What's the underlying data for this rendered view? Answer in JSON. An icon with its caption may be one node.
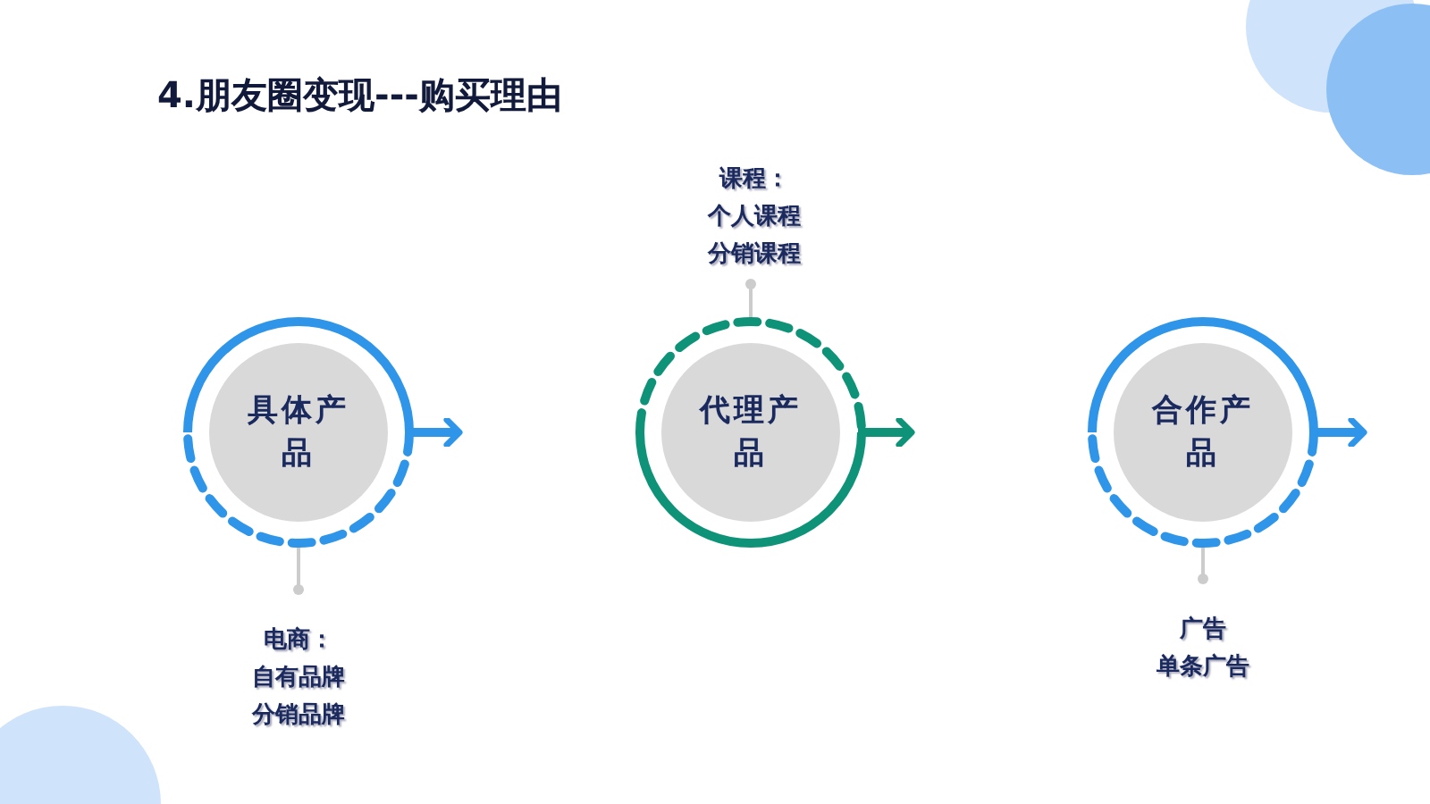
{
  "diagram": {
    "title": "4.朋友圈变现---购买理由",
    "nodes": [
      {
        "text": [
          "具体产品"
        ]
      },
      {
        "text": [
          "代理产品"
        ]
      },
      {
        "text": [
          "合作产品"
        ]
      },
      {
        "text": [
          "课程：",
          "个人课程",
          "分销课程"
        ]
      },
      {
        "text": [
          "电商：",
          "自有品牌",
          "分销品牌"
        ]
      },
      {
        "text": [
          "广告",
          "单条广告"
        ]
      }
    ],
    "edges": [
      {
        "from": 0,
        "to": null,
        "arrow": "to",
        "style": "thick",
        "color": "#2e95e8"
      },
      {
        "from": 1,
        "to": null,
        "arrow": "to",
        "style": "thick",
        "color": "#0e9379"
      },
      {
        "from": 2,
        "to": null,
        "arrow": "to",
        "style": "thick",
        "color": "#2e95e8"
      },
      {
        "from": 3,
        "to": 1,
        "arrow": "other"
      },
      {
        "from": 4,
        "to": 0,
        "arrow": "other"
      },
      {
        "from": 5,
        "to": 2,
        "arrow": "other"
      }
    ]
  }
}
